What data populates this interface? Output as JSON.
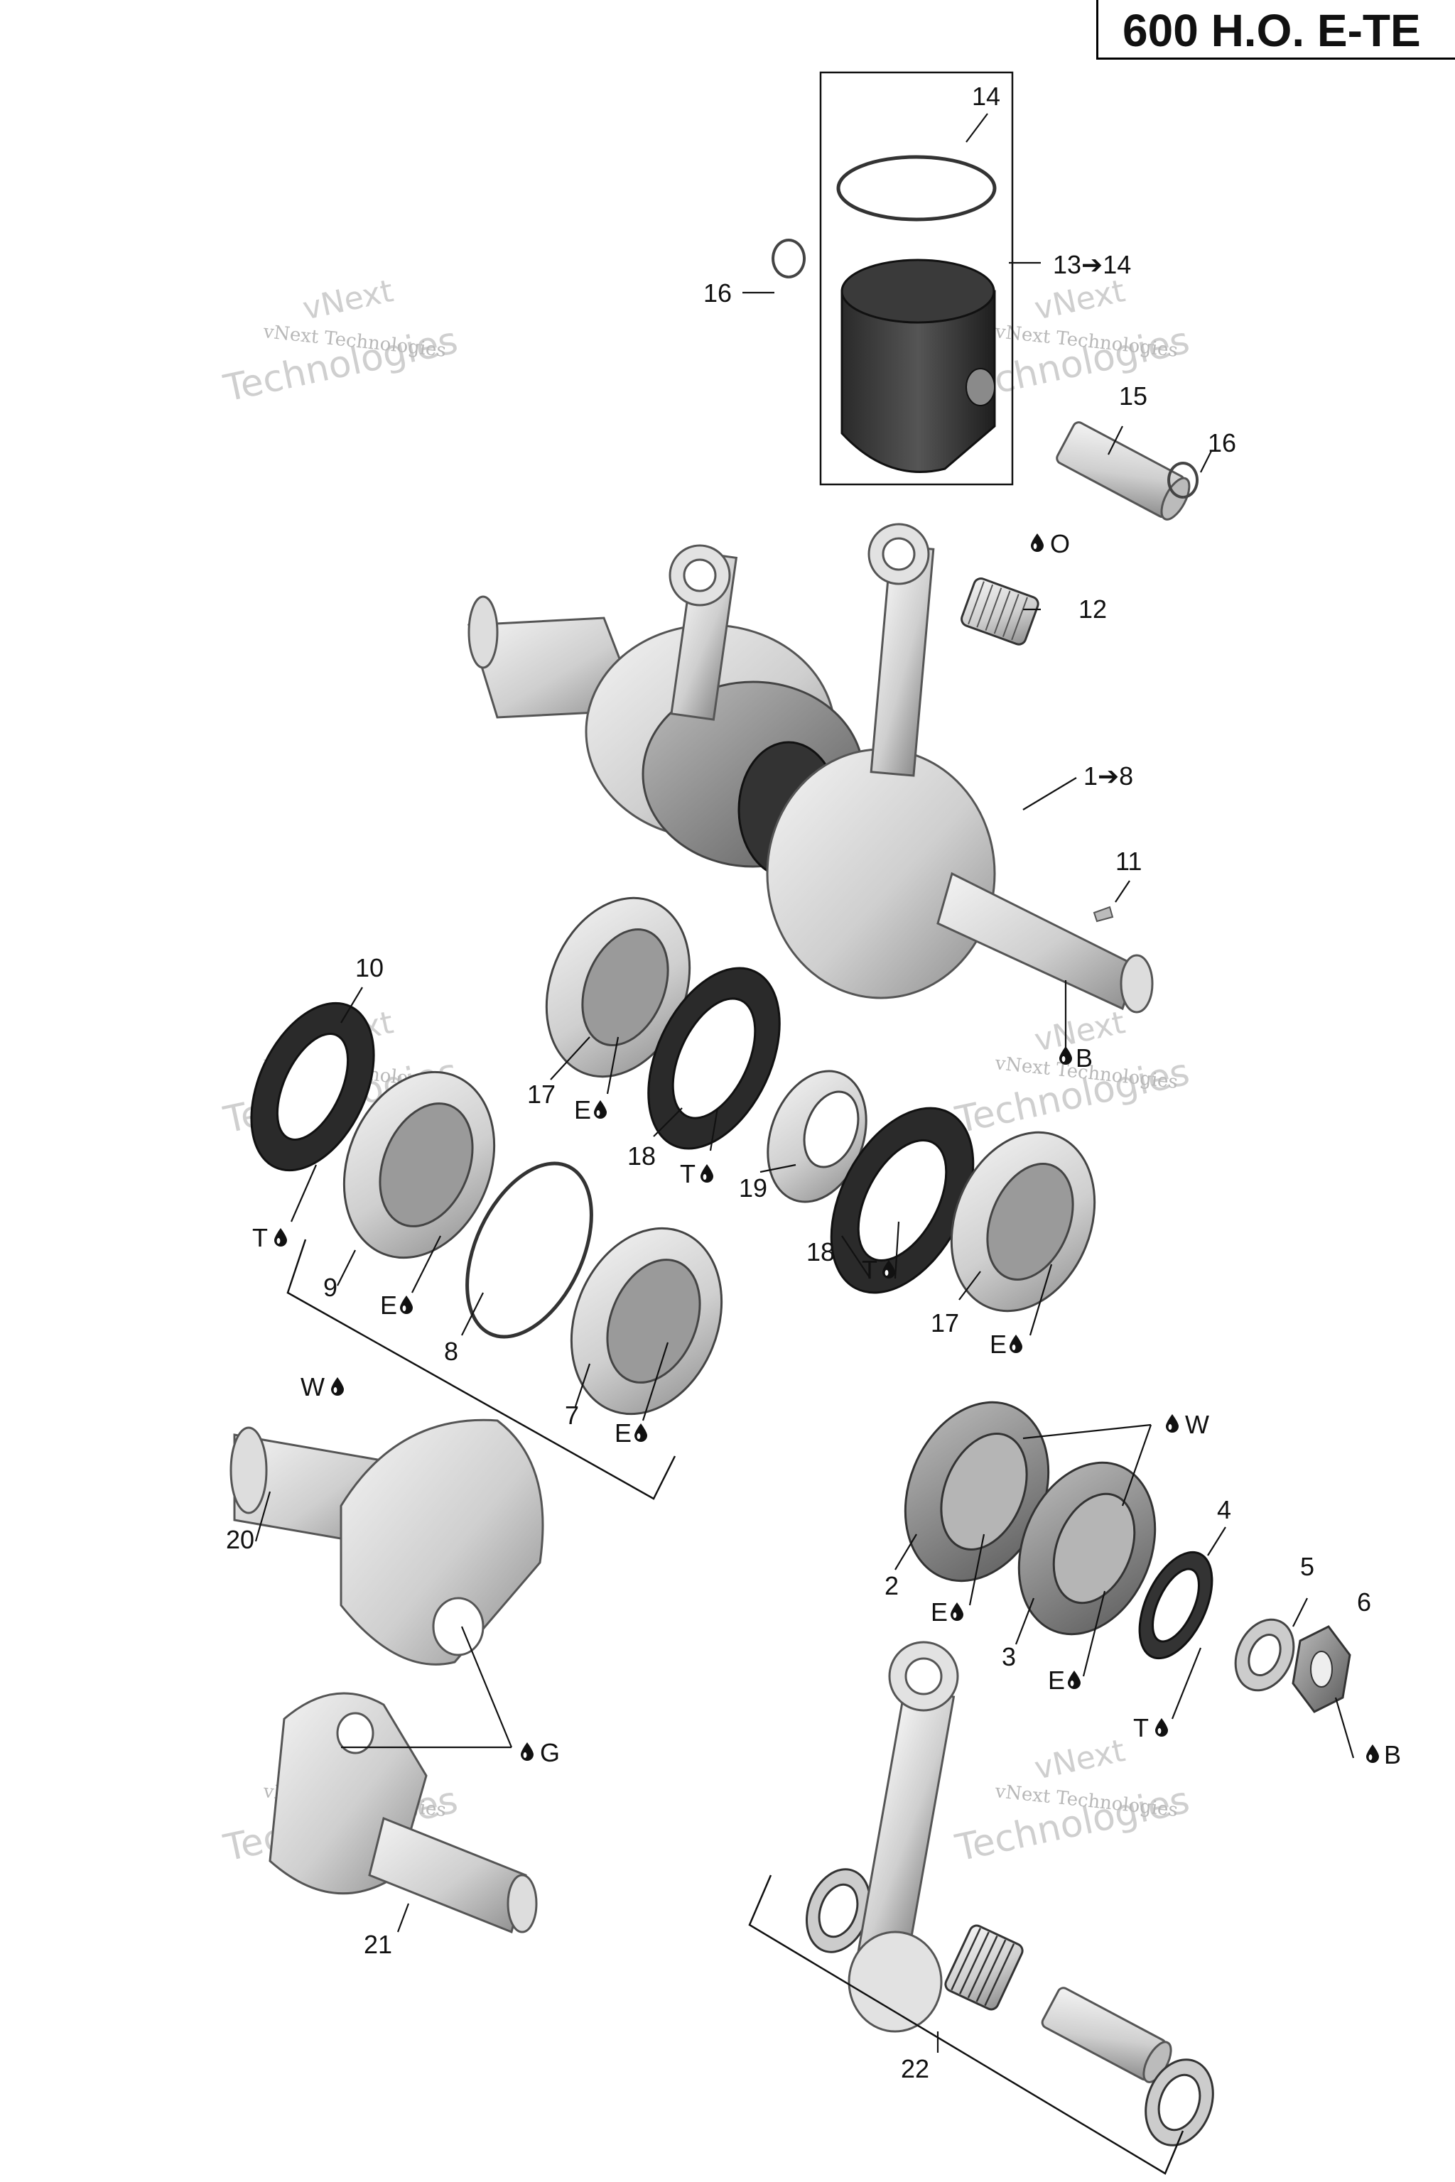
{
  "title": "600 H.O. E-TE",
  "watermark": {
    "line1": "vNext",
    "line2": "Technologies",
    "line3": "vNext Technologies"
  },
  "callouts": {
    "c14a": "14",
    "c13": "13➔14",
    "c16a": "16",
    "c15": "15",
    "c16b": "16",
    "c12": "12",
    "cO": "O",
    "c1": "1➔8",
    "c11": "11",
    "cB1": "B",
    "c10": "10",
    "c17a": "17",
    "cE1": "E",
    "c18a": "18",
    "cT1": "T",
    "c19": "19",
    "cT2": "T",
    "c9": "9",
    "cE2": "E",
    "c8": "8",
    "c18b": "18",
    "cT3": "T",
    "c17b": "17",
    "cE3": "E",
    "cW1": "W",
    "c7": "7",
    "cE4": "E",
    "cW2": "W",
    "c20": "20",
    "c4": "4",
    "c2": "2",
    "cE5": "E",
    "c5": "5",
    "c6": "6",
    "c3": "3",
    "cE6": "E",
    "cT4": "T",
    "cG": "G",
    "cB2": "B",
    "c21": "21",
    "c22": "22"
  },
  "icons": {
    "lubricant": "oil-drop-icon"
  }
}
